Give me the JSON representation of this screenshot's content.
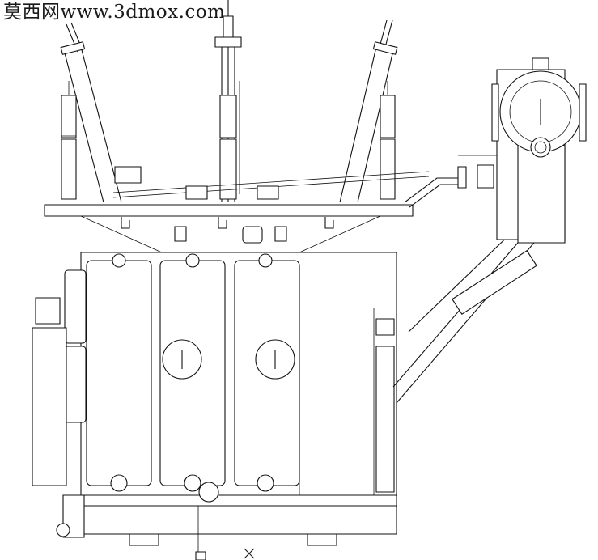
{
  "watermark": "莫西网www.3dmox.com",
  "colors": {
    "line": "#111111",
    "background": "#ffffff"
  },
  "components": [
    "transformer-tank",
    "hv-bushing-left",
    "hv-bushing-center",
    "hv-bushing-right",
    "conservator",
    "radiator-left",
    "radiator-center",
    "radiator-right",
    "oil-pipe",
    "base-frame"
  ]
}
